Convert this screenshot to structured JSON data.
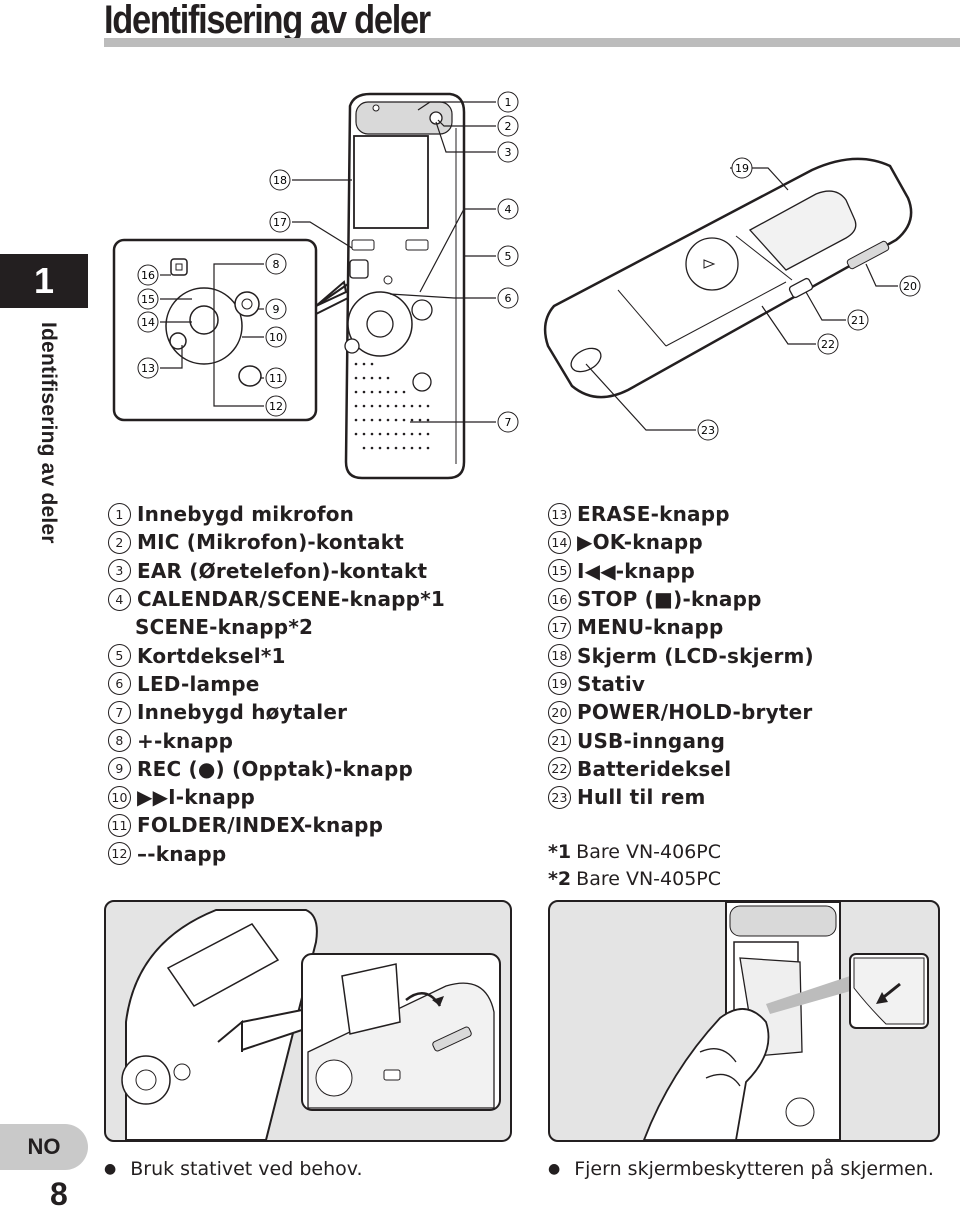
{
  "header": {
    "title": "Identifisering av deler"
  },
  "sidebar": {
    "chapter_number": "1",
    "chapter_title": "Identifisering av deler",
    "language": "NO",
    "page_number": "8"
  },
  "parts_left": [
    {
      "num": "1",
      "label": "Innebygd mikrofon"
    },
    {
      "num": "2",
      "label": "MIC (Mikrofon)-kontakt"
    },
    {
      "num": "3",
      "label": "EAR (Øretelefon)-kontakt"
    },
    {
      "num": "4",
      "label": "CALENDAR/SCENE-knapp*1"
    },
    {
      "num": "",
      "label": "SCENE-knapp*2"
    },
    {
      "num": "5",
      "label": "Kortdeksel*1"
    },
    {
      "num": "6",
      "label": "LED-lampe"
    },
    {
      "num": "7",
      "label": "Innebygd høytaler"
    },
    {
      "num": "8",
      "label": "+-knapp"
    },
    {
      "num": "9",
      "label": "REC (●) (Opptak)-knapp"
    },
    {
      "num": "10",
      "label": "▶▶I-knapp"
    },
    {
      "num": "11",
      "label": "FOLDER/INDEX-knapp"
    },
    {
      "num": "12",
      "label": "–-knapp"
    }
  ],
  "parts_right": [
    {
      "num": "13",
      "label": "ERASE-knapp"
    },
    {
      "num": "14",
      "label": "▶OK-knapp"
    },
    {
      "num": "15",
      "label": "I◀◀-knapp"
    },
    {
      "num": "16",
      "label": "STOP (■)-knapp"
    },
    {
      "num": "17",
      "label": "MENU-knapp"
    },
    {
      "num": "18",
      "label": "Skjerm (LCD-skjerm)"
    },
    {
      "num": "19",
      "label": "Stativ"
    },
    {
      "num": "20",
      "label": "POWER/HOLD-bryter"
    },
    {
      "num": "21",
      "label": "USB-inngang"
    },
    {
      "num": "22",
      "label": "Batterideksel"
    },
    {
      "num": "23",
      "label": "Hull til rem"
    }
  ],
  "notes": [
    {
      "mark": "*1",
      "text": "Bare VN-406PC"
    },
    {
      "mark": "*2",
      "text": "Bare VN-405PC"
    }
  ],
  "diagram_callouts": {
    "front": [
      "1",
      "2",
      "3",
      "4",
      "5",
      "6",
      "7",
      "18",
      "17"
    ],
    "inset": [
      "16",
      "15",
      "14",
      "13",
      "8",
      "9",
      "10",
      "11",
      "12"
    ],
    "back": [
      "19",
      "20",
      "21",
      "22",
      "23"
    ]
  },
  "captions": {
    "left": "Bruk stativet ved behov.",
    "right": "Fjern skjermbeskytteren på skjermen."
  },
  "icons": {
    "bullet": "bullet-dot"
  }
}
